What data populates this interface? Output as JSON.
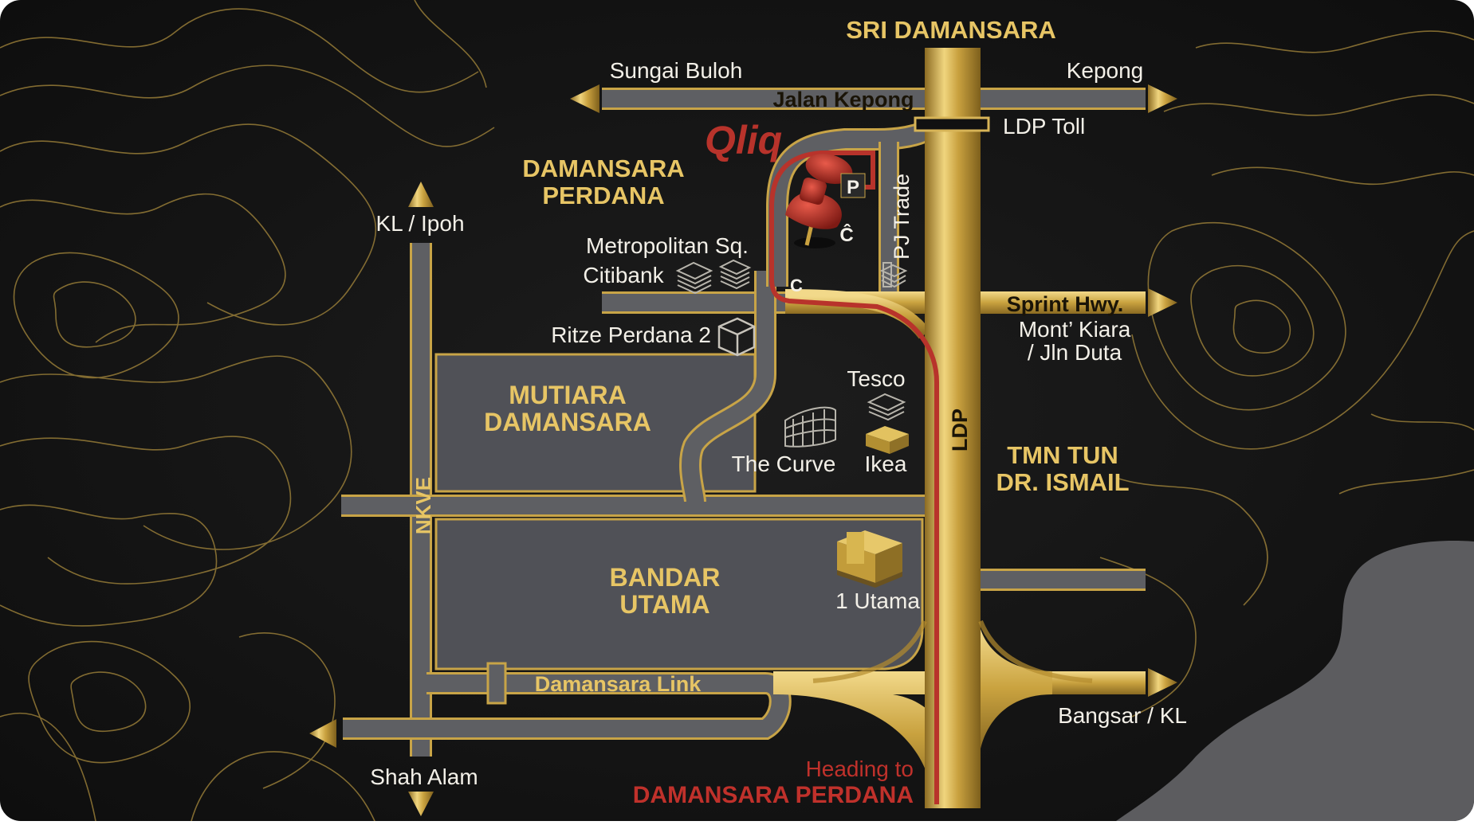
{
  "brand": {
    "name": "Qliq",
    "color": "#b8332b"
  },
  "colors": {
    "background": "#121212",
    "contour": "#a88a3c",
    "gold": "#cfa946",
    "road_grey": "#5e5f63",
    "area_grey": "#505157",
    "route_red": "#b8332b",
    "corner_grey": "#5c5c5f"
  },
  "areas": {
    "sri_damansara": "SRI DAMANSARA",
    "damansara_perdana": [
      "DAMANSARA",
      "PERDANA"
    ],
    "mutiara_damansara": [
      "MUTIARA",
      "DAMANSARA"
    ],
    "bandar_utama": [
      "BANDAR",
      "UTAMA"
    ],
    "tmn_tun_dr_ismail": [
      "TMN TUN",
      "DR. ISMAIL"
    ]
  },
  "roads": {
    "jalan_kepong": "Jalan Kepong",
    "sprint_hwy": "Sprint Hwy.",
    "damansara_link": "Damansara Link",
    "ldp": "LDP",
    "nkve": "NKVE",
    "pj_trade": "PJ Trade"
  },
  "destinations": {
    "sungai_buloh": "Sungai Buloh",
    "kepong": "Kepong",
    "ldp_toll": "LDP Toll",
    "kl_ipoh": "KL / Ipoh",
    "mont_kiara": [
      "Mont’ Kiara",
      "/ Jln Duta"
    ],
    "bangsar_kl": "Bangsar / KL",
    "shah_alam": "Shah Alam"
  },
  "landmarks": {
    "metropolitan_sq": "Metropolitan Sq.",
    "citibank": "Citibank",
    "ritze_perdana": "Ritze Perdana 2",
    "tesco": "Tesco",
    "the_curve": "The Curve",
    "ikea": "Ikea",
    "one_utama": "1 Utama"
  },
  "markers": {
    "parking": "P",
    "c_upper": "Ĉ",
    "c_lower": "C"
  },
  "heading": {
    "line1": "Heading to",
    "line2": "DAMANSARA PERDANA"
  },
  "icons": [
    "map-pin-icon",
    "building-stack-icon",
    "box-icon",
    "mall-icon",
    "arrow-icon"
  ]
}
